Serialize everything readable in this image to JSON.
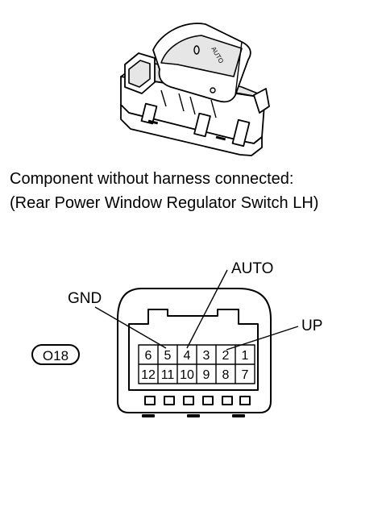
{
  "caption": {
    "line1": "Component without harness connected:",
    "line2": "(Rear Power Window Regulator Switch LH)"
  },
  "switch_art": {
    "cap_text": "AUTO"
  },
  "connector": {
    "code": "O18",
    "top_row_pins": [
      "6",
      "5",
      "4",
      "3",
      "2",
      "1"
    ],
    "bottom_row_pins": [
      "12",
      "11",
      "10",
      "9",
      "8",
      "7"
    ]
  },
  "callouts": {
    "gnd": "GND",
    "auto": "AUTO",
    "up": "UP"
  }
}
